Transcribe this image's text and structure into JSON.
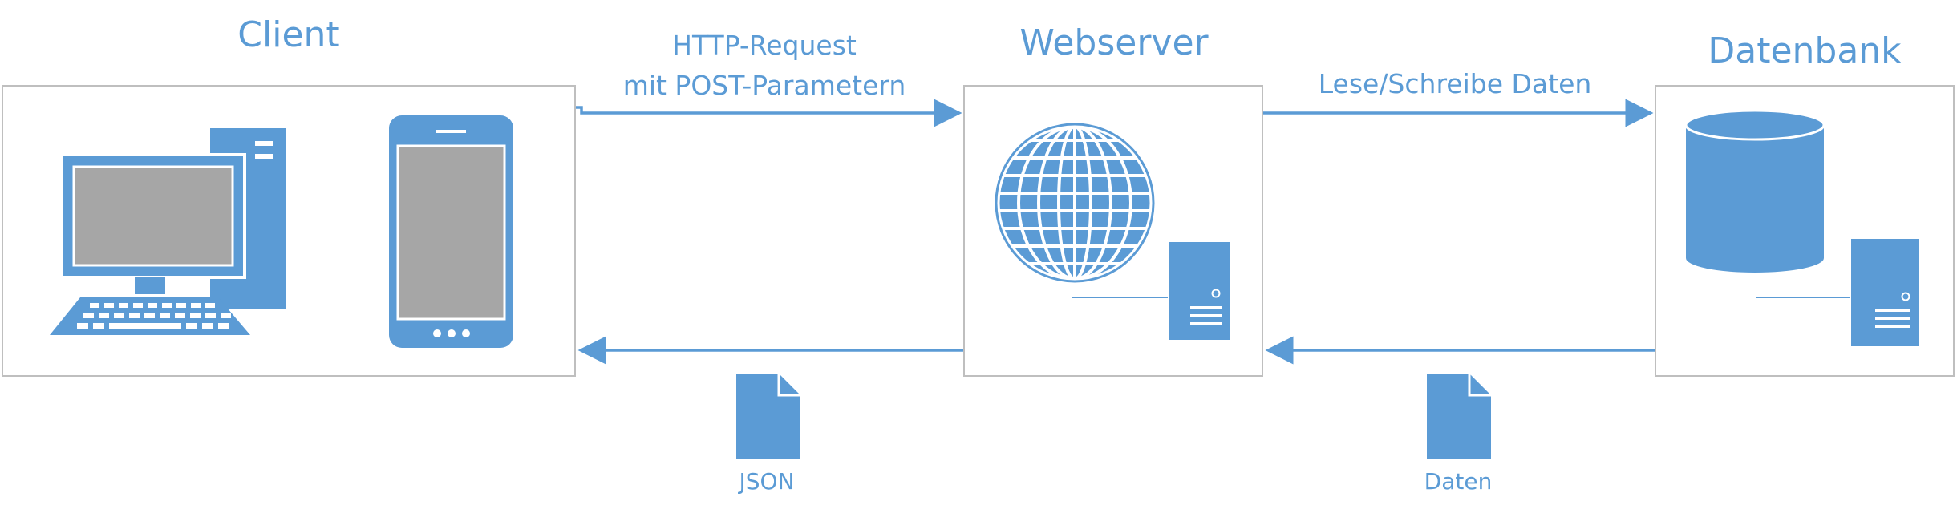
{
  "nodes": {
    "client": {
      "title": "Client"
    },
    "webserver": {
      "title": "Webserver"
    },
    "database": {
      "title": "Datenbank"
    }
  },
  "edges": {
    "request": {
      "line1": "HTTP-Request",
      "line2": "mit POST-Parametern"
    },
    "db_access": {
      "label": "Lese/Schreibe Daten"
    },
    "response_client": {
      "doc_label": "JSON"
    },
    "response_server": {
      "doc_label": "Daten"
    }
  },
  "colors": {
    "accent": "#5b9bd5",
    "screen": "#a6a6a6",
    "border": "#bfbfbf"
  },
  "icons": [
    "desktop-computer-icon",
    "smartphone-icon",
    "globe-icon",
    "server-icon",
    "database-icon",
    "document-icon"
  ]
}
